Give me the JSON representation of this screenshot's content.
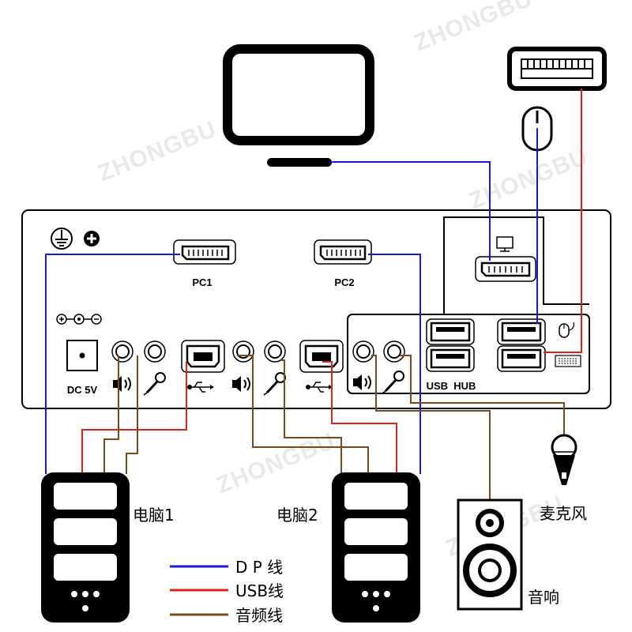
{
  "watermark": "ZHONGBU",
  "panel": {
    "port_pc1": "PC1",
    "port_pc2": "PC2",
    "power_label": "DC 5V",
    "usb_hub_label": "USB  HUB"
  },
  "devices": {
    "pc1": "电脑1",
    "pc2": "电脑2",
    "microphone": "麦克风",
    "speaker": "音响"
  },
  "legend": [
    {
      "label": "D P 线",
      "color": "#1a1ad6"
    },
    {
      "label": "USB线",
      "color": "#e0201b"
    },
    {
      "label": "音频线",
      "color": "#7a4a1e"
    }
  ],
  "colors": {
    "dp": "#1a1ad6",
    "usb": "#e0201b",
    "audio": "#7a4a1e",
    "outline": "#111111"
  }
}
